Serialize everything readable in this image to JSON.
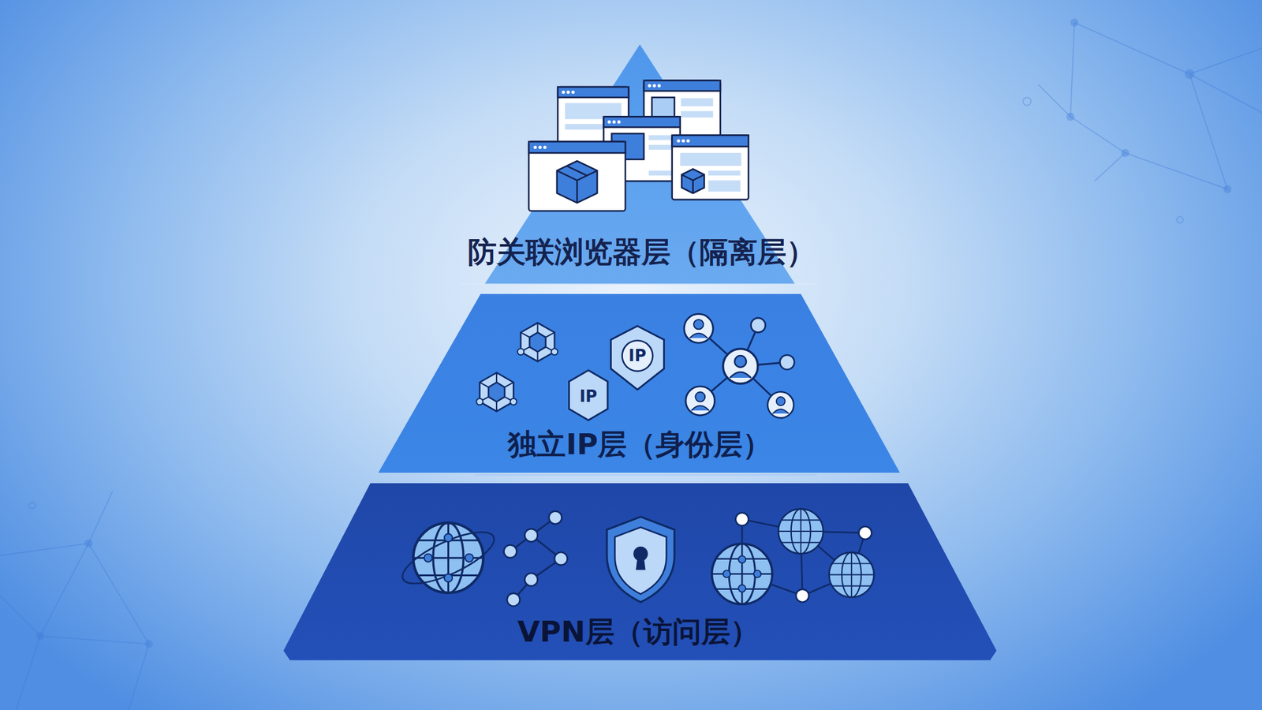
{
  "diagram": {
    "nodes": [
      {
        "text": [
          "防关联浏览器层（隔离层）"
        ]
      },
      {
        "text": [
          "独立IP层（身份层）"
        ]
      },
      {
        "text": [
          "VPN层（访问层）"
        ]
      }
    ],
    "labels": [
      "IP",
      "IP"
    ]
  }
}
